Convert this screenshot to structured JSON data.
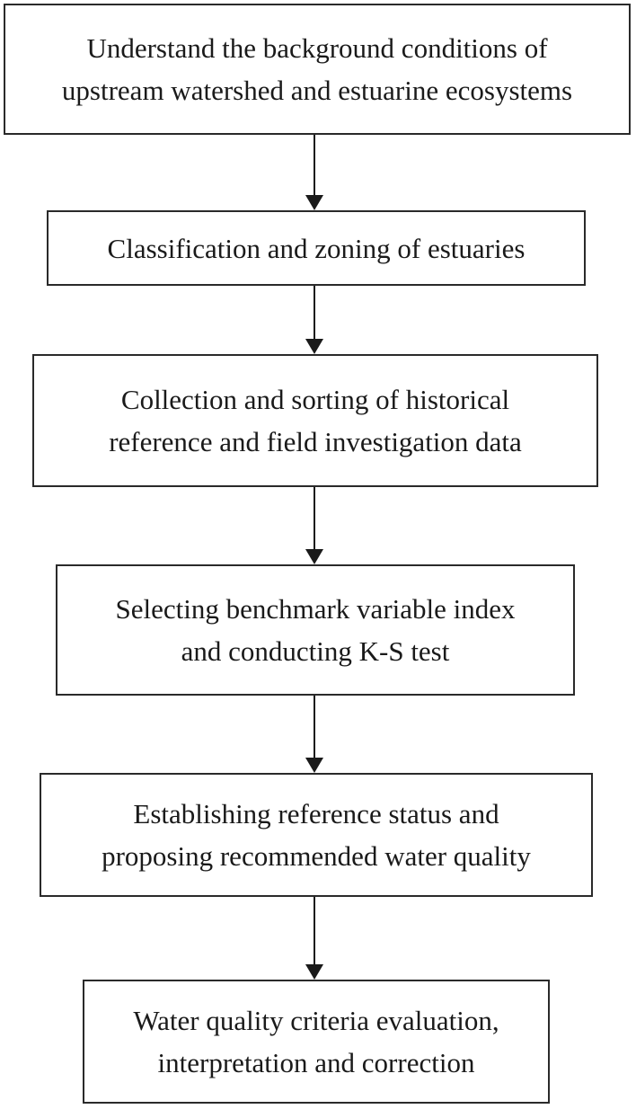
{
  "flowchart": {
    "steps": [
      {
        "lines": [
          "Understand the background conditions of",
          "upstream watershed and estuarine ecosystems"
        ]
      },
      {
        "lines": [
          "Classification and zoning of estuaries"
        ]
      },
      {
        "lines": [
          "Collection and sorting of historical",
          "reference and field investigation data"
        ]
      },
      {
        "lines": [
          "Selecting benchmark variable index",
          "and conducting K-S test"
        ]
      },
      {
        "lines": [
          "Establishing reference status and",
          "proposing recommended water quality"
        ]
      },
      {
        "lines": [
          "Water quality criteria evaluation,",
          "interpretation and correction"
        ]
      }
    ]
  }
}
